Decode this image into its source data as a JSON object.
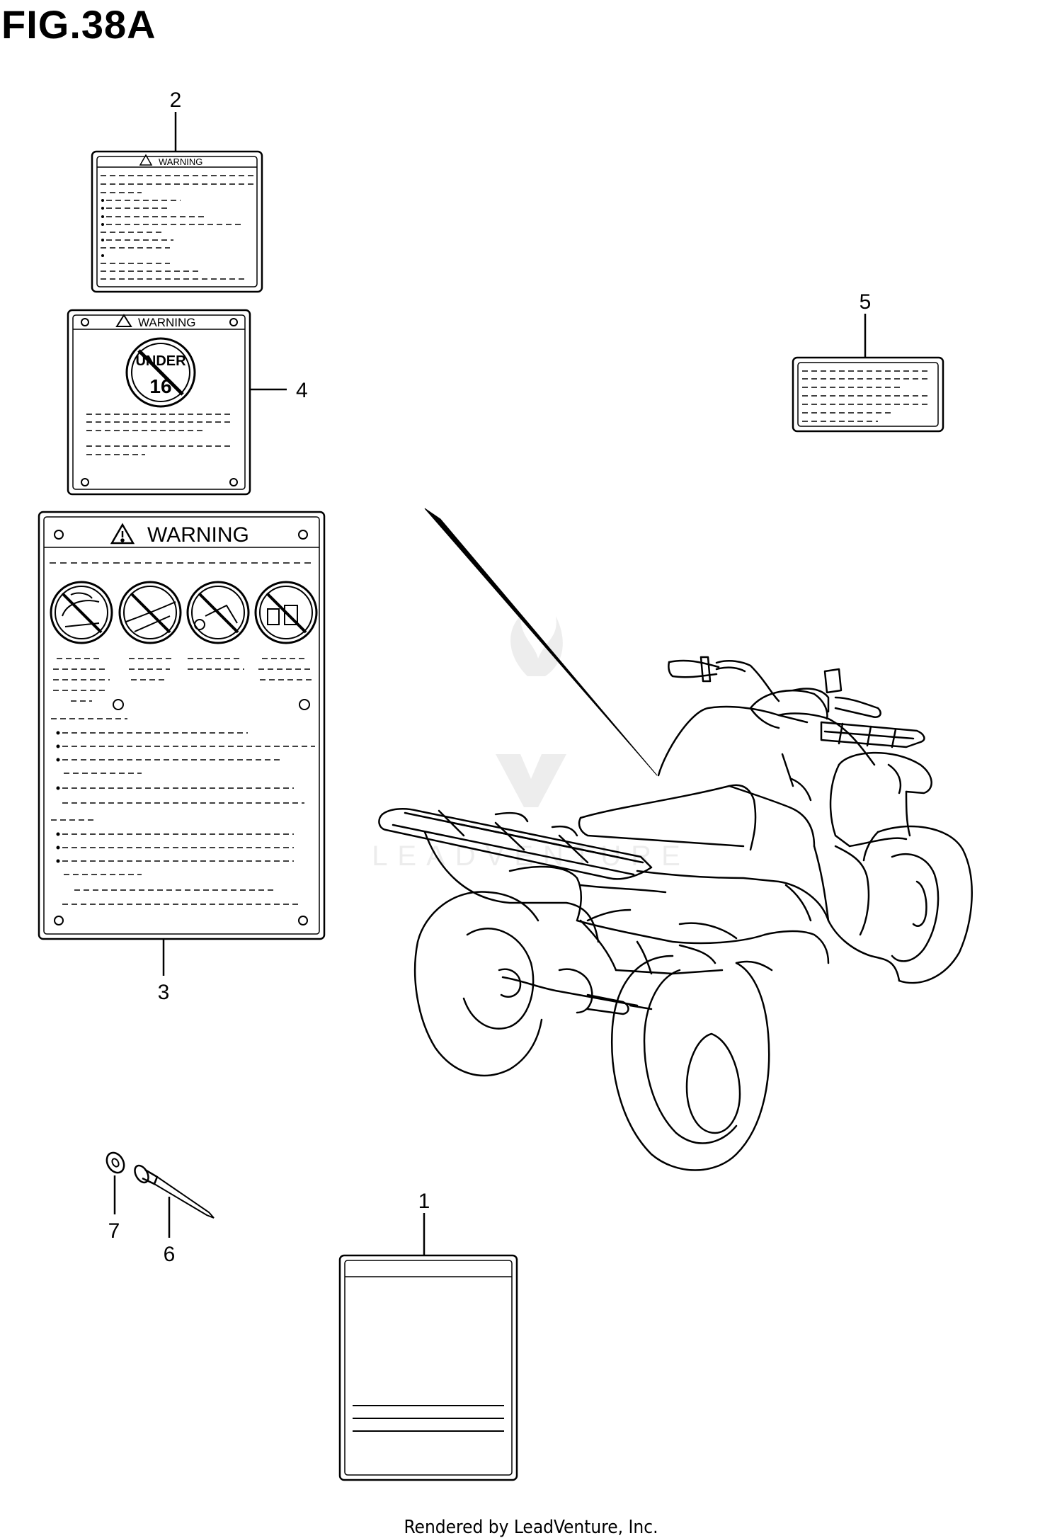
{
  "figure": {
    "title": "FIG.38A"
  },
  "callouts": [
    "1",
    "2",
    "3",
    "4",
    "5",
    "6",
    "7"
  ],
  "labels": {
    "warning_small": "WARNING",
    "warning_medium": "WARNING",
    "warning_large": "WARNING",
    "under16_top": "UNDER",
    "under16_bottom": "16"
  },
  "watermark": "LEADVENTURE",
  "footer": {
    "credit": "Rendered by LeadVenture, Inc."
  }
}
